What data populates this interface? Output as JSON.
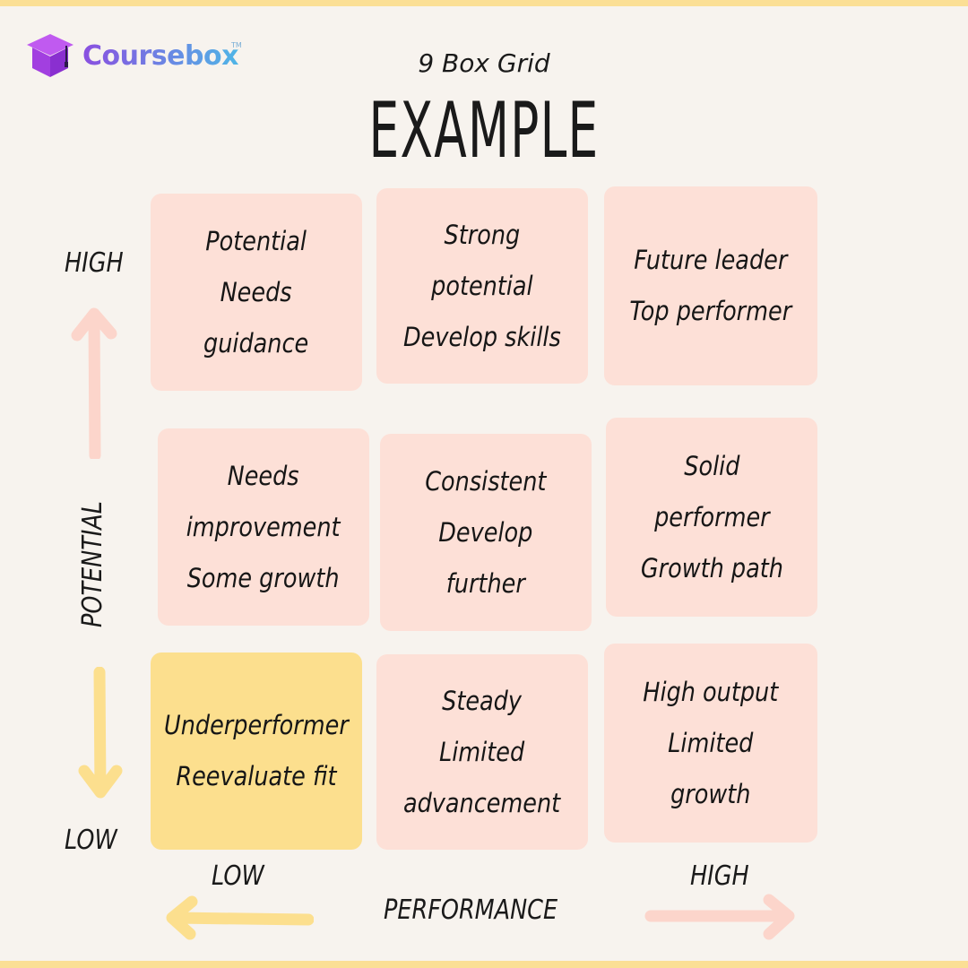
{
  "brand": {
    "name": "Coursebox",
    "tm": "TM",
    "colors": {
      "gradient_start": "#8a4fe0",
      "gradient_end": "#4fb5e6",
      "logo_box": "#b04bea"
    }
  },
  "header": {
    "subtitle": "9 Box Grid",
    "title": "EXAMPLE"
  },
  "axes": {
    "y": {
      "name": "POTENTIAL",
      "high": "HIGH",
      "low": "LOW"
    },
    "x": {
      "name": "PERFORMANCE",
      "low": "LOW",
      "high": "HIGH"
    }
  },
  "grid": {
    "colors": {
      "cell": "#fde0d7",
      "highlight": "#fcdf8e",
      "up_arrow": "#fcd5cb",
      "down_arrow": "#fcdf8e"
    },
    "rows": [
      [
        "Potential\nNeeds\nguidance",
        "Strong\npotential\nDevelop skills",
        "Future leader\nTop performer"
      ],
      [
        "Needs\nimprovement\nSome growth",
        "Consistent\nDevelop\nfurther",
        "Solid\nperformer\nGrowth path"
      ],
      [
        "Underperformer\nReevaluate fit",
        "Steady\nLimited\nadvancement",
        "High output\nLimited\ngrowth"
      ]
    ]
  }
}
